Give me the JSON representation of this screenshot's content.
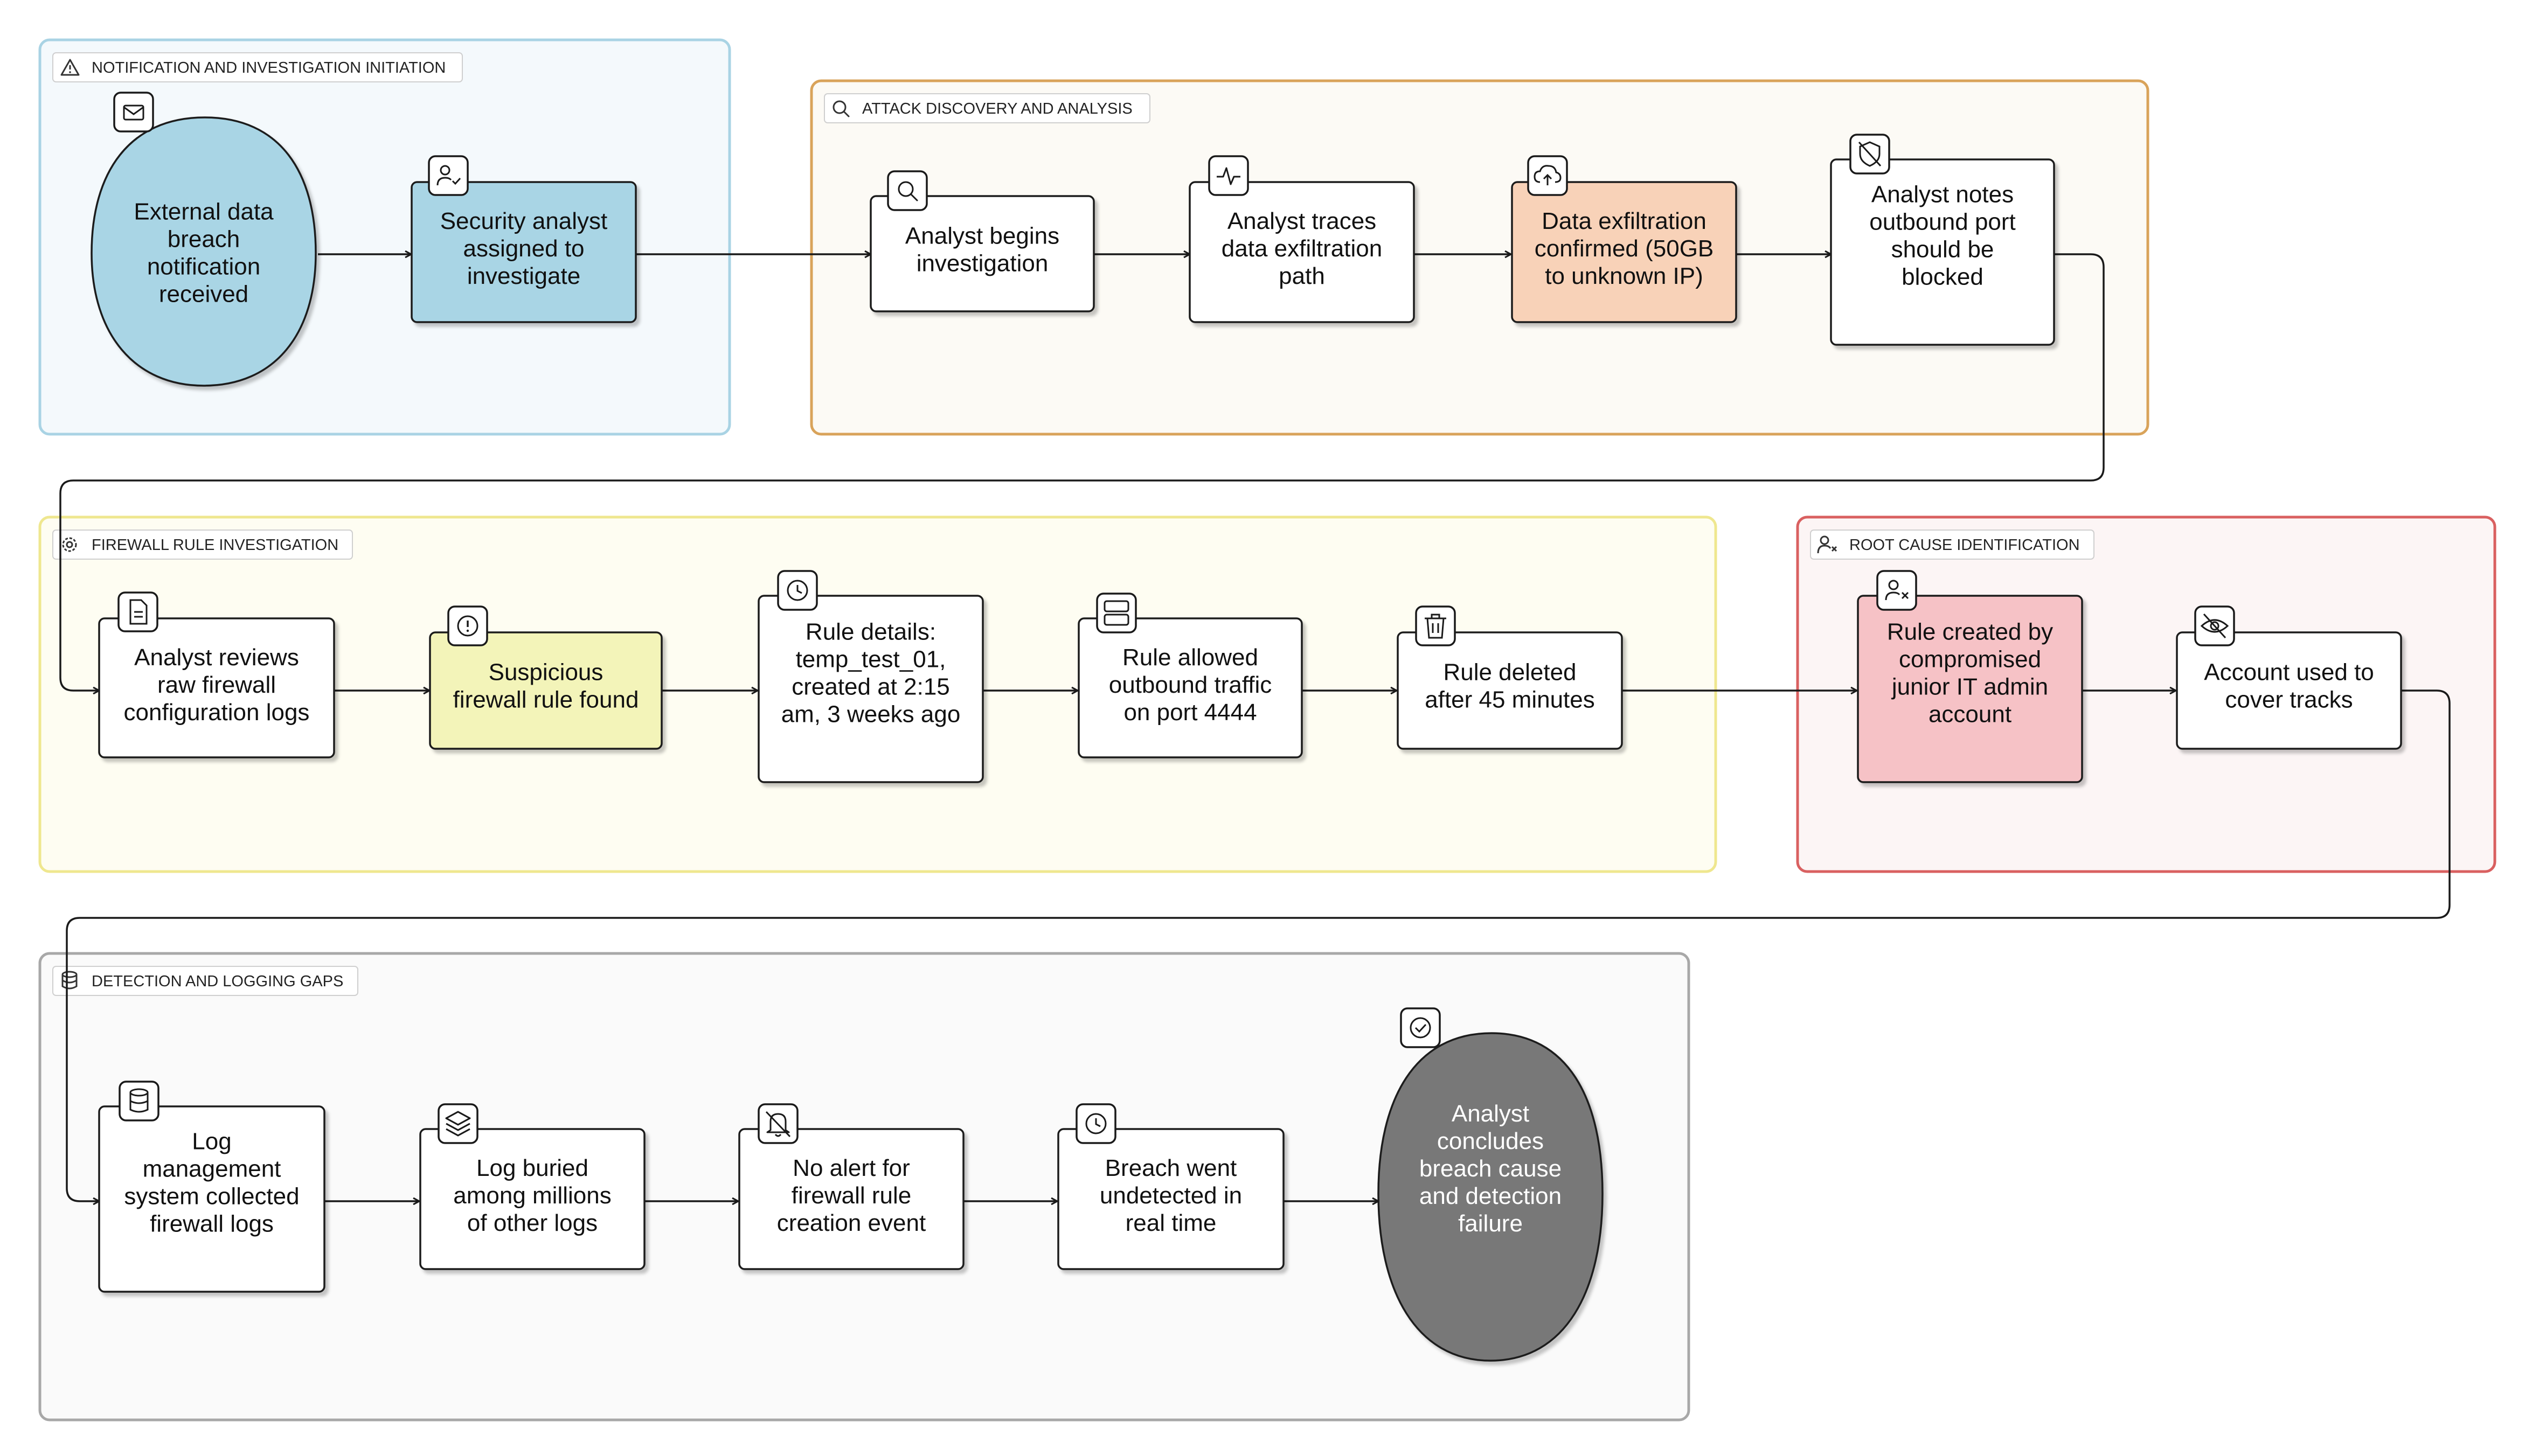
{
  "colors": {
    "notification_fill": "#f4f9fc",
    "notification_stroke": "#a9d3e4",
    "attack_fill": "#fcfaf5",
    "attack_stroke": "#d9a35a",
    "firewall_fill": "#fefdf2",
    "firewall_stroke": "#efe78f",
    "root_fill": "#fcf5f5",
    "root_stroke": "#d96060",
    "detection_fill": "#fafafa",
    "detection_stroke": "#a8a8a8",
    "node_blue": "#a9d5e5",
    "node_orange": "#f8d2b8",
    "node_yellow": "#f3f4b9",
    "node_pink": "#f6c2c6",
    "node_dark": "#787878",
    "node_white": "#ffffff",
    "line": "#1a1a1a"
  },
  "groups": {
    "notification": {
      "label": "NOTIFICATION AND INVESTIGATION INITIATION",
      "icon": "warning-triangle-icon"
    },
    "attack": {
      "label": "ATTACK DISCOVERY AND ANALYSIS",
      "icon": "search-icon"
    },
    "firewall": {
      "label": "FIREWALL RULE INVESTIGATION",
      "icon": "gear-icon"
    },
    "root": {
      "label": "ROOT CAUSE IDENTIFICATION",
      "icon": "user-x-icon"
    },
    "detection": {
      "label": "DETECTION AND LOGGING GAPS",
      "icon": "database-icon"
    }
  },
  "nodes": {
    "n1": {
      "lines": [
        "External data",
        "breach",
        "notification",
        "received"
      ],
      "icon": "mail-icon"
    },
    "n2": {
      "lines": [
        "Security analyst",
        "assigned to",
        "investigate"
      ],
      "icon": "user-check-icon"
    },
    "n3": {
      "lines": [
        "Analyst begins",
        "investigation"
      ],
      "icon": "search-icon"
    },
    "n4": {
      "lines": [
        "Analyst traces",
        "data exfiltration",
        "path"
      ],
      "icon": "activity-icon"
    },
    "n5": {
      "lines": [
        "Data exfiltration",
        "confirmed (50GB",
        "to unknown IP)"
      ],
      "icon": "cloud-upload-icon"
    },
    "n6": {
      "lines": [
        "Analyst notes",
        "outbound port",
        "should be",
        "blocked"
      ],
      "icon": "shield-off-icon"
    },
    "n7": {
      "lines": [
        "Analyst reviews",
        "raw firewall",
        "configuration logs"
      ],
      "icon": "file-text-icon"
    },
    "n8": {
      "lines": [
        "Suspicious",
        "firewall rule found"
      ],
      "icon": "alert-circle-icon"
    },
    "n9": {
      "lines": [
        "Rule details:",
        "temp_test_01,",
        "created at 2:15",
        "am, 3 weeks ago"
      ],
      "icon": "clock-icon"
    },
    "n10": {
      "lines": [
        "Rule allowed",
        "outbound traffic",
        "on port 4444"
      ],
      "icon": "server-icon"
    },
    "n11": {
      "lines": [
        "Rule deleted",
        "after 45 minutes"
      ],
      "icon": "trash-icon"
    },
    "n12": {
      "lines": [
        "Rule created by",
        "compromised",
        "junior IT admin",
        "account"
      ],
      "icon": "user-x-icon"
    },
    "n13": {
      "lines": [
        "Account used to",
        "cover tracks"
      ],
      "icon": "eye-off-icon"
    },
    "n14": {
      "lines": [
        "Log",
        "management",
        "system collected",
        "firewall logs"
      ],
      "icon": "database-icon"
    },
    "n15": {
      "lines": [
        "Log buried",
        "among millions",
        "of other logs"
      ],
      "icon": "layers-icon"
    },
    "n16": {
      "lines": [
        "No alert for",
        "firewall rule",
        "creation event"
      ],
      "icon": "bell-off-icon"
    },
    "n17": {
      "lines": [
        "Breach went",
        "undetected in",
        "real time"
      ],
      "icon": "clock-icon"
    },
    "n18": {
      "lines": [
        "Analyst",
        "concludes",
        "breach cause",
        "and detection",
        "failure"
      ],
      "icon": "check-circle-icon"
    }
  }
}
